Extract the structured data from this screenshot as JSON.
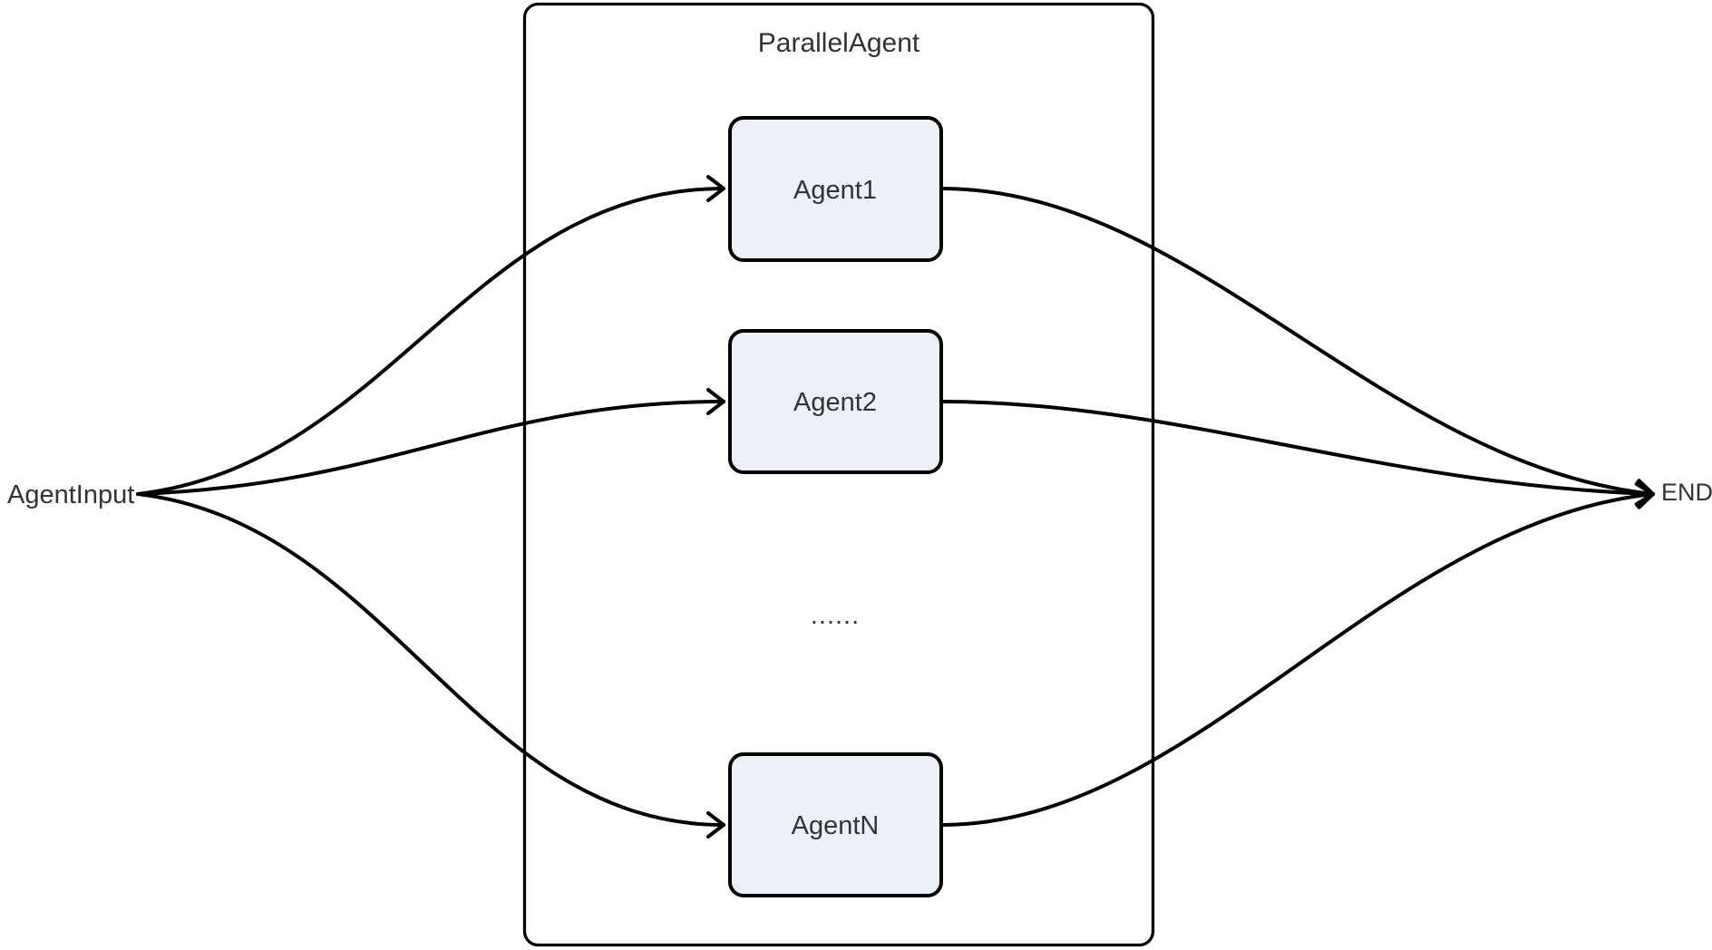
{
  "diagram": {
    "type": "flowchart-parallel",
    "container": {
      "title": "ParallelAgent"
    },
    "input": {
      "label": "AgentInput"
    },
    "terminal": {
      "label": "END"
    },
    "agents": [
      {
        "label": "Agent1"
      },
      {
        "label": "Agent2"
      },
      {
        "label": "AgentN"
      }
    ],
    "ellipsis": "......",
    "colors": {
      "background": "#ffffff",
      "edge": "#000000",
      "node_fill": "#ecf0f9",
      "node_border": "#000000",
      "container_border": "#000000",
      "container_fill": "#ffffff",
      "text": "#333333"
    }
  }
}
